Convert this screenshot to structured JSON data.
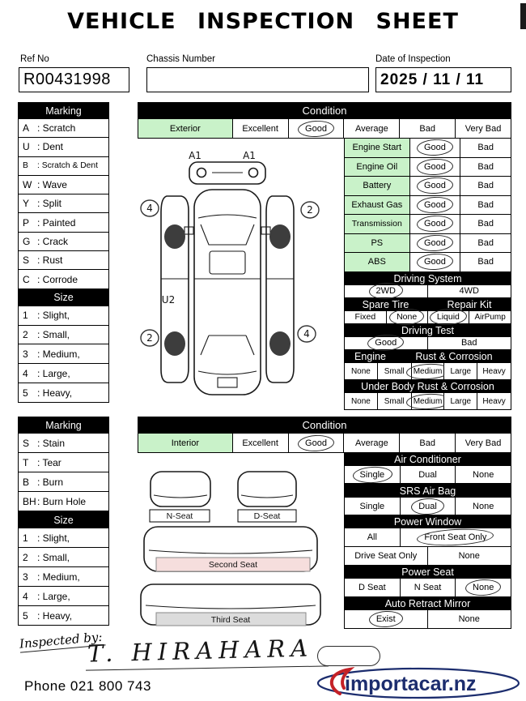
{
  "title": "VEHICLE INSPECTION SHEET",
  "header": {
    "ref_no_label": "Ref No",
    "ref_no": "R00431998",
    "chassis_label": "Chassis Number",
    "chassis_value": "",
    "date_label": "Date of Inspection",
    "date_value": "2025 / 11 / 11"
  },
  "ext": {
    "marking_title": "Marking",
    "markings": [
      {
        "c": "A",
        "l": ": Scratch"
      },
      {
        "c": "U",
        "l": ": Dent"
      },
      {
        "c": "B",
        "l": ": Scratch & Dent"
      },
      {
        "c": "W",
        "l": ": Wave"
      },
      {
        "c": "Y",
        "l": ": Split"
      },
      {
        "c": "P",
        "l": ": Painted"
      },
      {
        "c": "G",
        "l": ": Crack"
      },
      {
        "c": "S",
        "l": ": Rust"
      },
      {
        "c": "C",
        "l": ": Corrode"
      }
    ],
    "size_title": "Size",
    "sizes": [
      {
        "c": "1",
        "l": ": Slight,"
      },
      {
        "c": "2",
        "l": ": Small,"
      },
      {
        "c": "3",
        "l": ": Medium,"
      },
      {
        "c": "4",
        "l": ": Large,"
      },
      {
        "c": "5",
        "l": ": Heavy,"
      }
    ],
    "condition_title": "Condition",
    "grade_label": "Exterior",
    "grades": [
      "Excellent",
      "Good",
      "Average",
      "Bad",
      "Very Bad"
    ],
    "grade_selected": "Good",
    "checks": [
      {
        "label": "Engine Start",
        "options": [
          "Good",
          "Bad"
        ],
        "selected": "Good"
      },
      {
        "label": "Engine Oil",
        "options": [
          "Good",
          "Bad"
        ],
        "selected": "Good"
      },
      {
        "label": "Battery",
        "options": [
          "Good",
          "Bad"
        ],
        "selected": "Good"
      },
      {
        "label": "Exhaust Gas",
        "options": [
          "Good",
          "Bad"
        ],
        "selected": "Good"
      },
      {
        "label": "Transmission",
        "options": [
          "Good",
          "Bad"
        ],
        "selected": "Good"
      },
      {
        "label": "PS",
        "options": [
          "Good",
          "Bad"
        ],
        "selected": "Good"
      },
      {
        "label": "ABS",
        "options": [
          "Good",
          "Bad"
        ],
        "selected": "Good"
      }
    ],
    "driving_system": {
      "title": "Driving System",
      "options": [
        "2WD",
        "4WD"
      ],
      "selected": "2WD"
    },
    "spare_tire": {
      "title": "Spare Tire",
      "options": [
        "Fixed",
        "None"
      ],
      "selected": "None"
    },
    "repair_kit": {
      "title": "Repair Kit",
      "options": [
        "Liquid",
        "AirPump"
      ],
      "selected": "Liquid"
    },
    "driving_test": {
      "title": "Driving Test",
      "options": [
        "Good",
        "Bad"
      ],
      "selected": "Good"
    },
    "engine_rust": {
      "label": "Engine",
      "title": "Rust & Corrosion",
      "options": [
        "None",
        "Small",
        "Medium",
        "Large",
        "Heavy"
      ],
      "selected": "Medium"
    },
    "under_body_rust": {
      "title": "Under Body Rust & Corrosion",
      "options": [
        "None",
        "Small",
        "Medium",
        "Large",
        "Heavy"
      ],
      "selected": "Medium"
    }
  },
  "diagram": {
    "marks": {
      "front_left": "A1",
      "front_right": "A1",
      "side_left": "U2",
      "tl": "4",
      "bl": "2",
      "tr": "2",
      "br": "4"
    }
  },
  "int": {
    "marking_title": "Marking",
    "markings": [
      {
        "c": "S",
        "l": ": Stain"
      },
      {
        "c": "T",
        "l": ": Tear"
      },
      {
        "c": "B",
        "l": ": Burn"
      },
      {
        "c": "BH",
        "l": ": Burn Hole"
      }
    ],
    "size_title": "Size",
    "sizes": [
      {
        "c": "1",
        "l": ": Slight,"
      },
      {
        "c": "2",
        "l": ": Small,"
      },
      {
        "c": "3",
        "l": ": Medium,"
      },
      {
        "c": "4",
        "l": ": Large,"
      },
      {
        "c": "5",
        "l": ": Heavy,"
      }
    ],
    "condition_title": "Condition",
    "grade_label": "Interior",
    "grades": [
      "Excellent",
      "Good",
      "Average",
      "Bad",
      "Very Bad"
    ],
    "grade_selected": "Good",
    "seats": {
      "n": "N-Seat",
      "d": "D-Seat",
      "second": "Second Seat",
      "third": "Third Seat"
    },
    "air_conditioner": {
      "title": "Air Conditioner",
      "options": [
        "Single",
        "Dual",
        "None"
      ],
      "selected": "Single"
    },
    "srs_air_bag": {
      "title": "SRS Air Bag",
      "options": [
        "Single",
        "Dual",
        "None"
      ],
      "selected": "Dual"
    },
    "power_window": {
      "title": "Power Window",
      "row1": [
        "All",
        "Front Seat Only"
      ],
      "row2": [
        "Drive Seat Only",
        "None"
      ],
      "selected": "Front Seat Only"
    },
    "power_seat": {
      "title": "Power Seat",
      "options": [
        "D Seat",
        "N Seat",
        "None"
      ],
      "selected": "None"
    },
    "auto_retract_mirror": {
      "title": "Auto Retract Mirror",
      "options": [
        "Exist",
        "None"
      ],
      "selected": "Exist"
    }
  },
  "footer": {
    "inspected_by": "Inspected by:",
    "signature": "T. HIRAHARA",
    "phone": "Phone 021 800 743",
    "logo_text": "importacar.nz",
    "logo_navy": "#1c2d6e",
    "logo_red": "#c42127"
  }
}
